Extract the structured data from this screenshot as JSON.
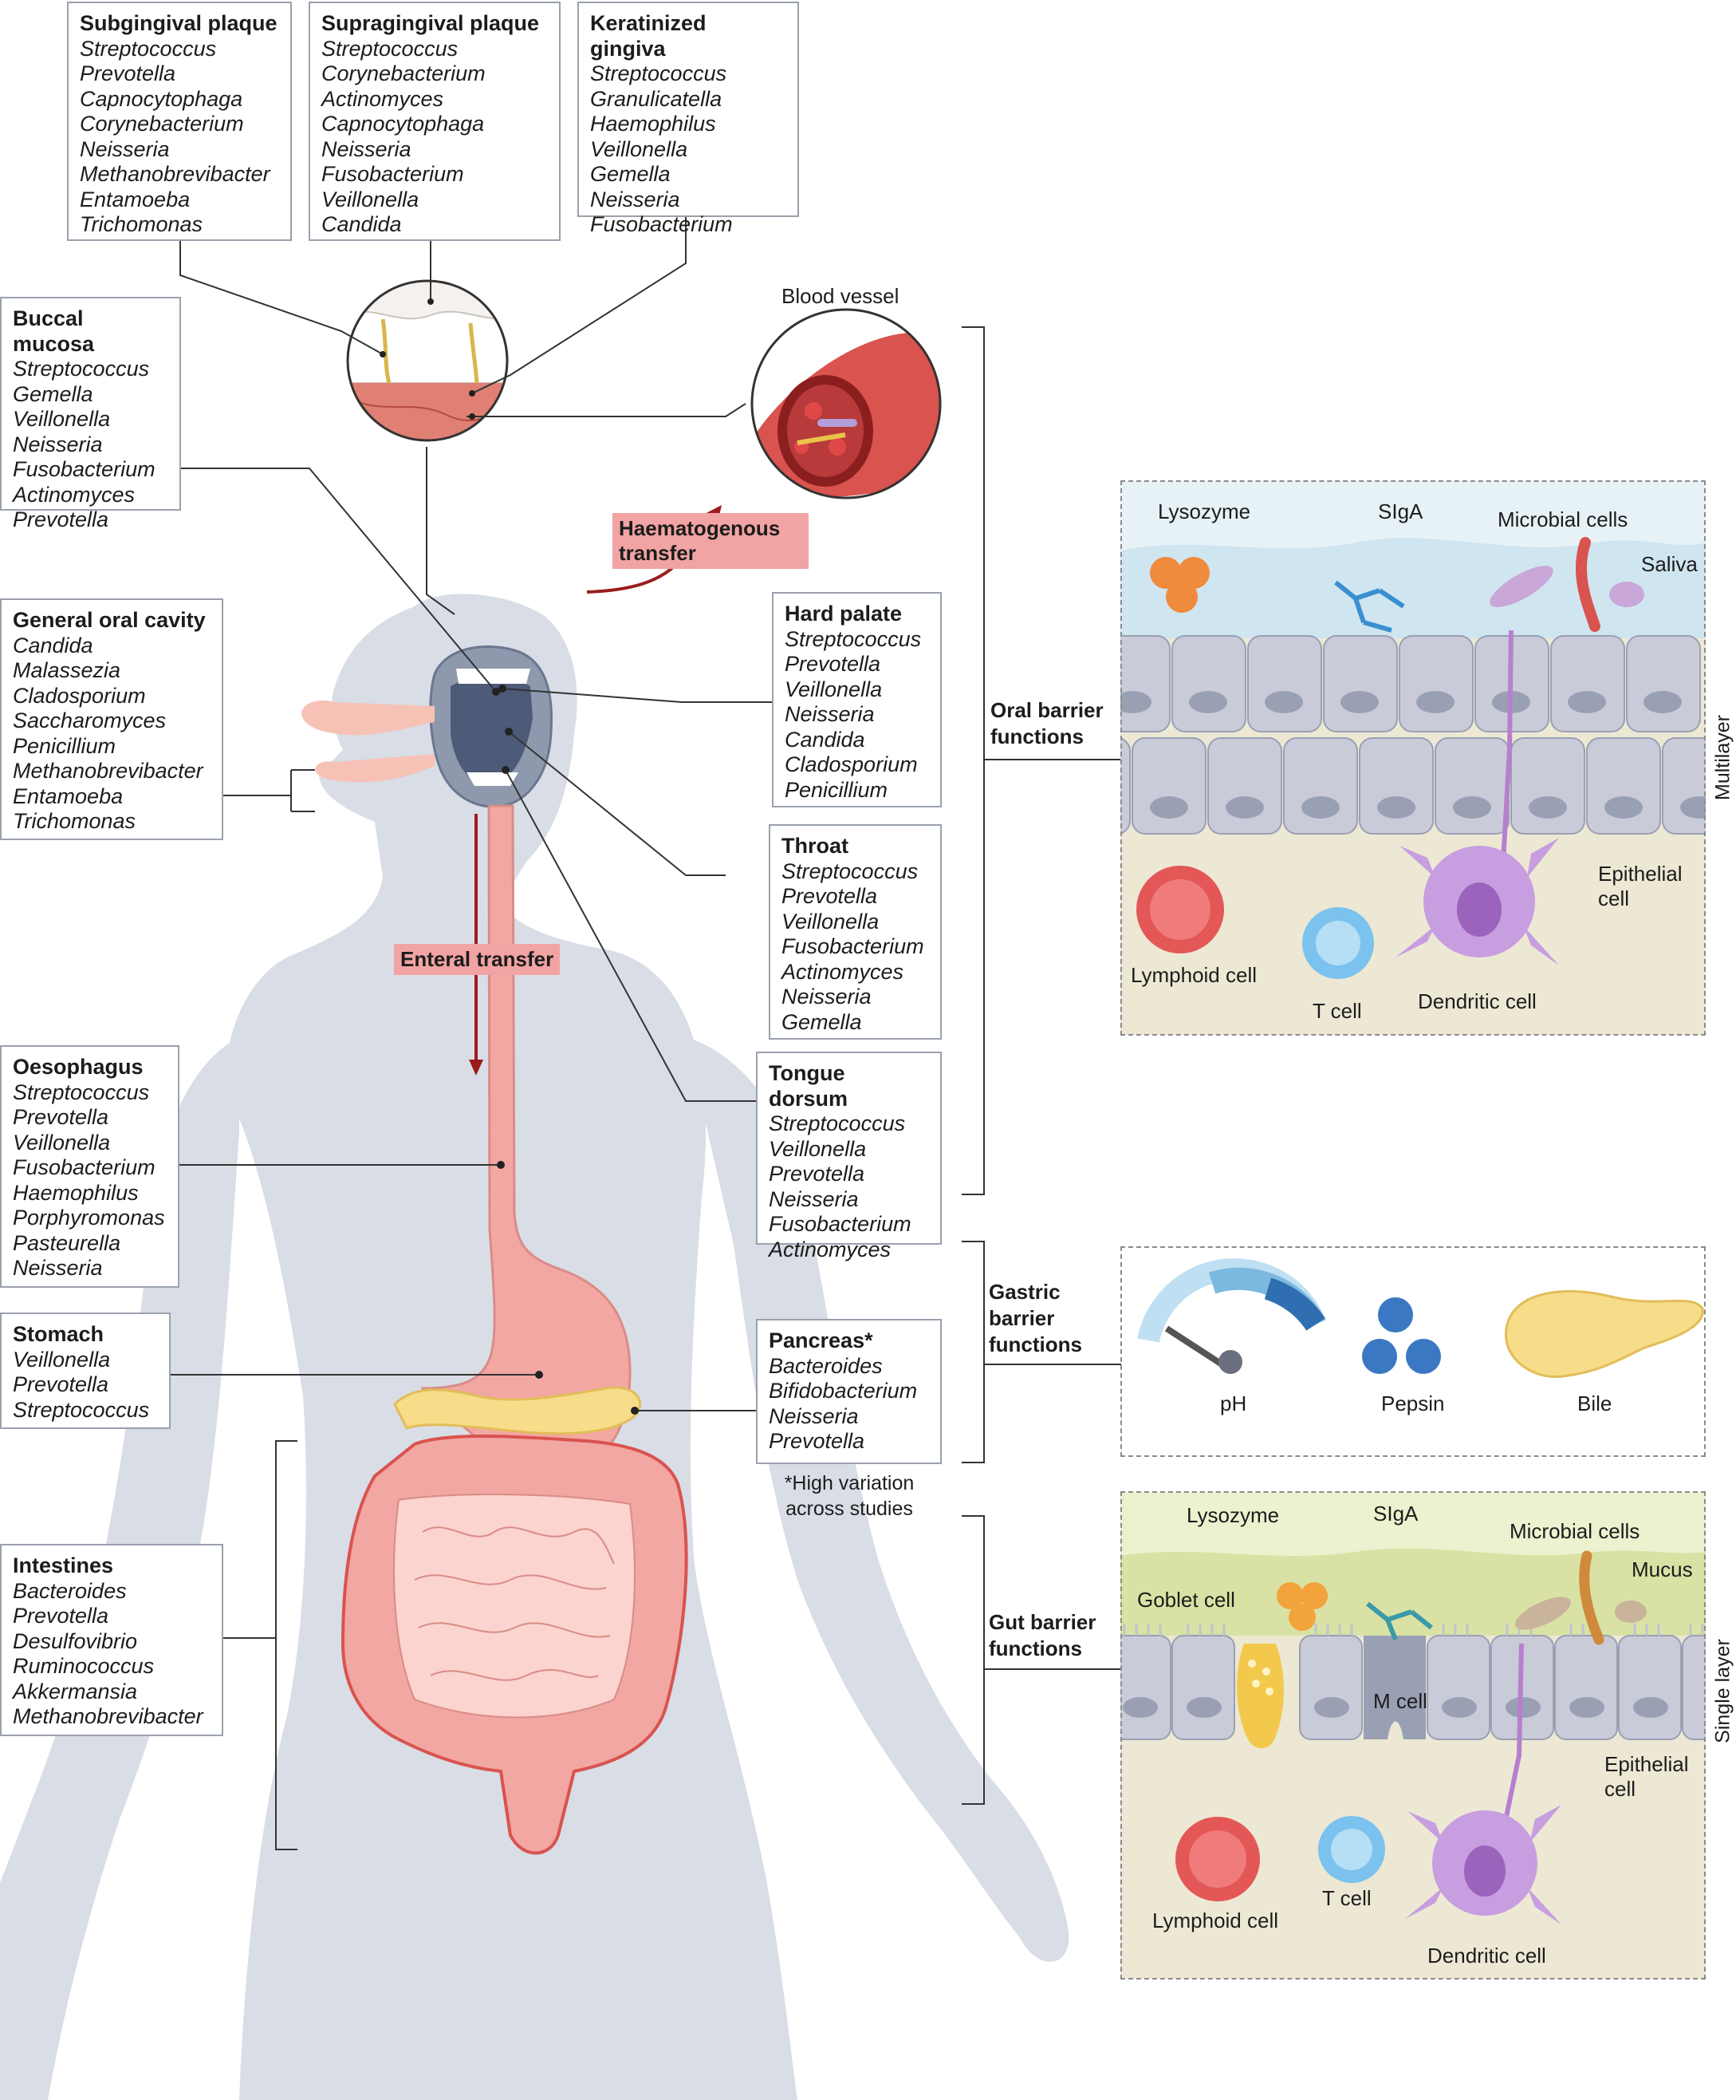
{
  "colors": {
    "body": "#d9dde6",
    "gut": "#f2a7a2",
    "gut_dark": "#d9534f",
    "blood": "#c0392b",
    "saliva": "#cfe6f1",
    "mucus": "#d9e2a4",
    "epithelial": "#c9cbd8",
    "lamina": "#ede8d4",
    "arrow": "#9b1c1c",
    "border": "#9aa1ad"
  },
  "boxes": {
    "subgingival": {
      "title": "Subgingival plaque",
      "items": [
        "Streptococcus",
        "Prevotella",
        "Capnocytophaga",
        "Corynebacterium",
        "Neisseria",
        "Methanobrevibacter",
        "Entamoeba",
        "Trichomonas"
      ]
    },
    "supragingival": {
      "title": "Supragingival plaque",
      "items": [
        "Streptococcus",
        "Corynebacterium",
        "Actinomyces",
        "Capnocytophaga",
        "Neisseria",
        "Fusobacterium",
        "Veillonella",
        "Candida"
      ]
    },
    "keratinized": {
      "title": "Keratinized gingiva",
      "items": [
        "Streptococcus",
        "Granulicatella",
        "Haemophilus",
        "Veillonella",
        "Gemella",
        "Neisseria",
        "Fusobacterium"
      ]
    },
    "buccal": {
      "title": "Buccal mucosa",
      "items": [
        "Streptococcus",
        "Gemella",
        "Veillonella",
        "Neisseria",
        "Fusobacterium",
        "Actinomyces",
        "Prevotella"
      ]
    },
    "general": {
      "title": "General oral cavity",
      "items": [
        "Candida",
        "Malassezia",
        "Cladosporium",
        "Saccharomyces",
        "Penicillium",
        "Methanobrevibacter",
        "Entamoeba",
        "Trichomonas"
      ]
    },
    "hard_palate": {
      "title": "Hard palate",
      "items": [
        "Streptococcus",
        "Prevotella",
        "Veillonella",
        "Neisseria",
        "Candida",
        "Cladosporium",
        "Penicillium"
      ]
    },
    "throat": {
      "title": "Throat",
      "items": [
        "Streptococcus",
        "Prevotella",
        "Veillonella",
        "Fusobacterium",
        "Actinomyces",
        "Neisseria",
        "Gemella"
      ]
    },
    "tongue": {
      "title": "Tongue dorsum",
      "items": [
        "Streptococcus",
        "Veillonella",
        "Prevotella",
        "Neisseria",
        "Fusobacterium",
        "Actinomyces"
      ]
    },
    "oesophagus": {
      "title": "Oesophagus",
      "items": [
        "Streptococcus",
        "Prevotella",
        "Veillonella",
        "Fusobacterium",
        "Haemophilus",
        "Porphyromonas",
        "Pasteurella",
        "Neisseria"
      ]
    },
    "stomach": {
      "title": "Stomach",
      "items": [
        "Veillonella",
        "Prevotella",
        "Streptococcus"
      ]
    },
    "pancreas": {
      "title": "Pancreas*",
      "items": [
        "Bacteroides",
        "Bifidobacterium",
        "Neisseria",
        "Prevotella"
      ]
    },
    "intestines": {
      "title": "Intestines",
      "items": [
        "Bacteroides",
        "Prevotella",
        "Desulfovibrio",
        "Ruminococcus",
        "Akkermansia",
        "Methanobrevibacter"
      ]
    }
  },
  "labels": {
    "blood_vessel": "Blood vessel",
    "haematogenous": "Haematogenous transfer",
    "enteral": "Enteral transfer",
    "pancreas_note": "*High variation across studies",
    "oral_barrier": "Oral barrier functions",
    "gastric_barrier": "Gastric barrier functions",
    "gut_barrier": "Gut barrier functions",
    "multilayer": "Multilayer",
    "single_layer": "Single layer"
  },
  "oral_panel": {
    "lysozyme": "Lysozyme",
    "sigA": "SIgA",
    "microbial": "Microbial cells",
    "saliva": "Saliva",
    "epithelial": "Epithelial cell",
    "lymphoid": "Lymphoid cell",
    "tcell": "T cell",
    "dendritic": "Dendritic cell"
  },
  "gastric_panel": {
    "ph": "pH",
    "pepsin": "Pepsin",
    "bile": "Bile"
  },
  "gut_panel": {
    "lysozyme": "Lysozyme",
    "sigA": "SIgA",
    "microbial": "Microbial cells",
    "mucus": "Mucus",
    "goblet": "Goblet cell",
    "mcell": "M cell",
    "epithelial": "Epithelial cell",
    "lymphoid": "Lymphoid cell",
    "tcell": "T cell",
    "dendritic": "Dendritic cell"
  }
}
